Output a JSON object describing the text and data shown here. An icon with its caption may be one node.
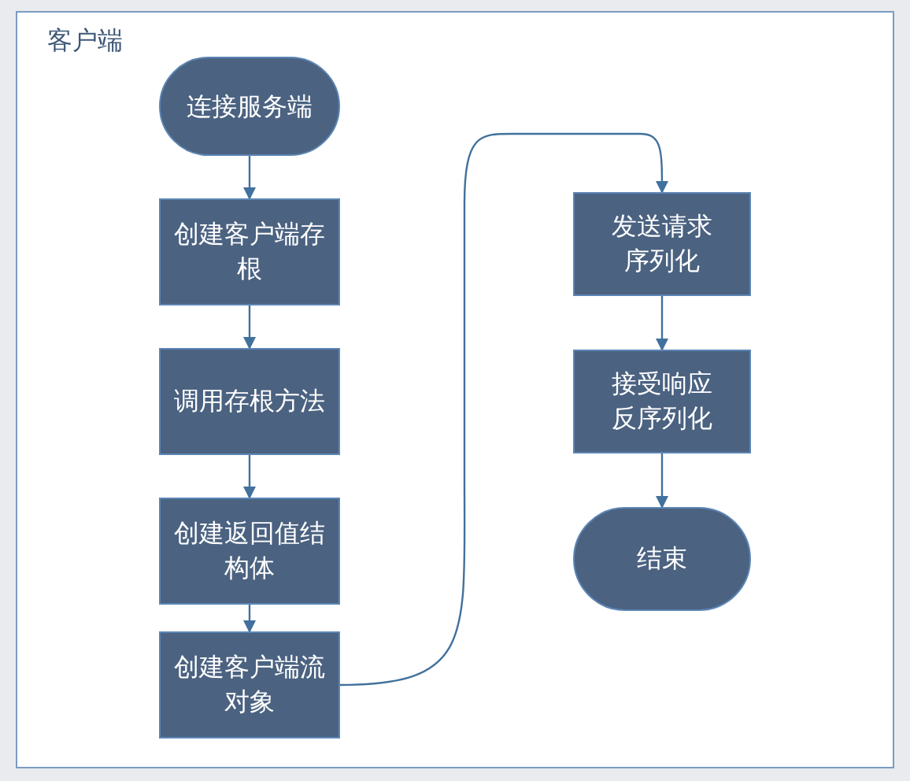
{
  "diagram": {
    "nodes": [
      {
        "text": [
          "客户端"
        ]
      },
      {
        "text": [
          "连接服务端"
        ],
        "in": 0
      },
      {
        "text": [
          "创建客户端存根"
        ],
        "in": 0
      },
      {
        "text": [
          "调用存根方法"
        ],
        "in": 0
      },
      {
        "text": [
          "创建返回值结构体"
        ],
        "in": 0
      },
      {
        "text": [
          "创建客户端流对象"
        ],
        "in": 0
      },
      {
        "text": [
          "发送请求序列化"
        ],
        "in": 0
      },
      {
        "text": [
          "接受响应反序列化"
        ],
        "in": 0
      },
      {
        "text": [
          "结束"
        ],
        "in": 0
      }
    ],
    "edges": [
      {
        "from": 1,
        "to": 2,
        "arrow": "to"
      },
      {
        "from": 2,
        "to": 3,
        "arrow": "to"
      },
      {
        "from": 3,
        "to": 4,
        "arrow": "to"
      },
      {
        "from": 4,
        "to": 5,
        "arrow": "to"
      },
      {
        "from": 5,
        "to": 6,
        "arrow": "to"
      },
      {
        "from": 6,
        "to": 7,
        "arrow": "to"
      },
      {
        "from": 7,
        "to": 8,
        "arrow": "to"
      }
    ]
  }
}
